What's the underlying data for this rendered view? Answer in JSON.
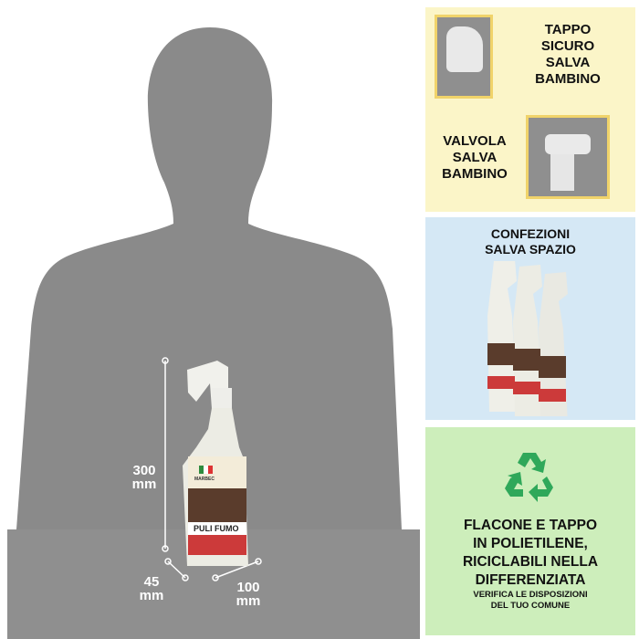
{
  "dimensions": {
    "height": "300",
    "depth": "45",
    "width": "100",
    "unit": "mm"
  },
  "product": {
    "brand": "MARBEC",
    "name": "PULI FUMO"
  },
  "features": {
    "cap": {
      "lines": [
        "TAPPO",
        "SICURO",
        "SALVA",
        "BAMBINO"
      ]
    },
    "valve": {
      "lines": [
        "VALVOLA",
        "SALVA",
        "BAMBINO"
      ]
    },
    "packaging": {
      "lines": [
        "CONFEZIONI",
        "SALVA SPAZIO"
      ]
    },
    "recycle": {
      "lines": [
        "FLACONE E TAPPO",
        "IN POLIETILENE,",
        "RICICLABILI NELLA",
        "DIFFERENZIATA"
      ],
      "note_lines": [
        "VERIFICA LE DISPOSIZIONI",
        "DEL TUO COMUNE"
      ],
      "icon": "recycle-icon"
    }
  },
  "colors": {
    "yellow_panel": "#fbf5c8",
    "blue_panel": "#d5e8f5",
    "green_panel": "#cdeebb",
    "recycle_green": "#2fa85a",
    "silhouette": "#8a8a8a"
  }
}
